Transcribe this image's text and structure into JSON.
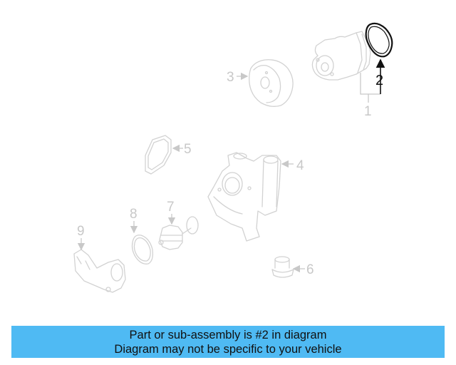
{
  "diagram": {
    "highlighted_part": "2",
    "callouts": [
      {
        "number": "1",
        "part": "water-pump"
      },
      {
        "number": "2",
        "part": "pump-gasket-ring",
        "highlighted": true
      },
      {
        "number": "3",
        "part": "pulley"
      },
      {
        "number": "4",
        "part": "thermostat-housing"
      },
      {
        "number": "5",
        "part": "housing-gasket"
      },
      {
        "number": "6",
        "part": "plug"
      },
      {
        "number": "7",
        "part": "thermostat"
      },
      {
        "number": "8",
        "part": "o-ring"
      },
      {
        "number": "9",
        "part": "coolant-outlet-pipe"
      }
    ],
    "colors": {
      "highlight": "#111111",
      "inactive": "#c8c8c8",
      "banner": "#4fbaf3"
    }
  },
  "banner": {
    "line1": "Part or sub-assembly is #2 in diagram",
    "line2": "Diagram may not be specific to your vehicle"
  }
}
